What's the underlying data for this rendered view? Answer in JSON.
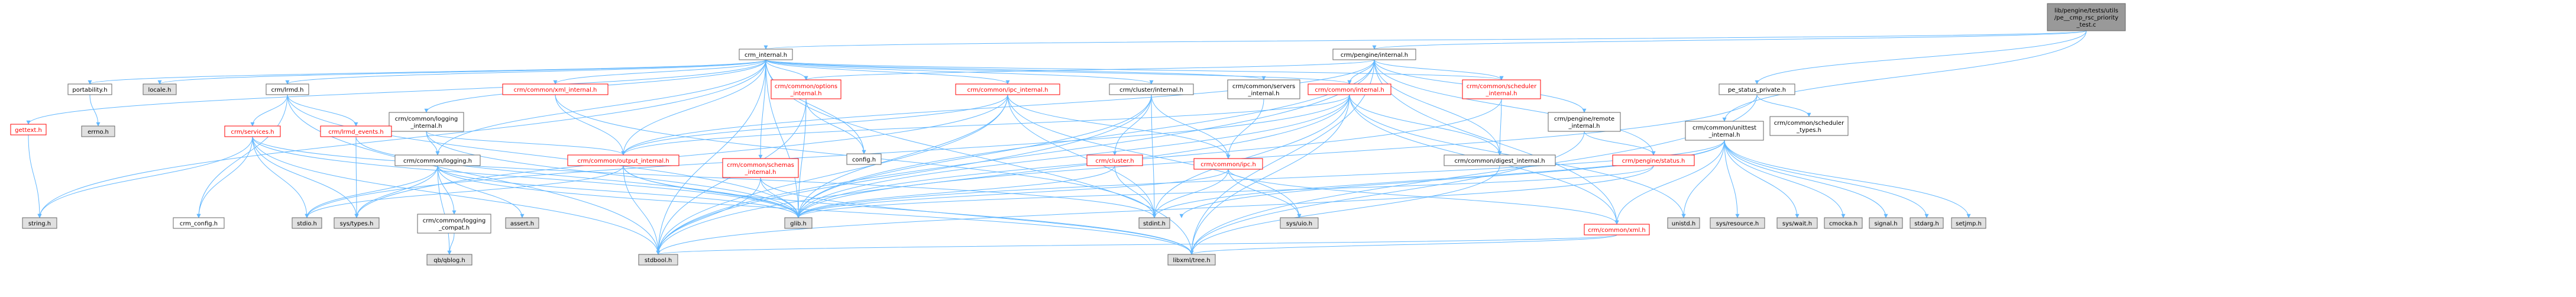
{
  "colors": {
    "edge": "#63b8ff",
    "edge_red": "#ff0000",
    "border_gray": "#666666",
    "border_red": "#ff0000",
    "fill_white": "#ffffff",
    "fill_gray": "#e0e0e0",
    "fill_root": "#999999",
    "text_black": "#000000",
    "text_red": "#ff0000"
  },
  "nodes": [
    {
      "id": "root",
      "lines": [
        "lib/pengine/tests/utils",
        "/pe__cmp_rsc_priority",
        "_test.c"
      ],
      "style": "root"
    },
    {
      "id": "crm_internal",
      "lines": [
        "crm_internal.h"
      ],
      "style": "white"
    },
    {
      "id": "pengine_internal",
      "lines": [
        "crm/pengine/internal.h"
      ],
      "style": "white"
    },
    {
      "id": "pe_status_private",
      "lines": [
        "pe_status_private.h"
      ],
      "style": "white"
    },
    {
      "id": "unittest_internal",
      "lines": [
        "crm/common/unittest",
        "_internal.h"
      ],
      "style": "white"
    },
    {
      "id": "gettext",
      "lines": [
        "gettext.h"
      ],
      "style": "red"
    },
    {
      "id": "portability",
      "lines": [
        "portability.h"
      ],
      "style": "white"
    },
    {
      "id": "locale",
      "lines": [
        "locale.h"
      ],
      "style": "gray"
    },
    {
      "id": "lrmd",
      "lines": [
        "crm/lrmd.h"
      ],
      "style": "white"
    },
    {
      "id": "logging_internal",
      "lines": [
        "crm/common/logging",
        "_internal.h"
      ],
      "style": "white"
    },
    {
      "id": "xml_internal",
      "lines": [
        "crm/common/xml_internal.h"
      ],
      "style": "red"
    },
    {
      "id": "options_internal",
      "lines": [
        "crm/common/options",
        "_internal.h"
      ],
      "style": "red"
    },
    {
      "id": "ipc_internal",
      "lines": [
        "crm/common/ipc_internal.h"
      ],
      "style": "red"
    },
    {
      "id": "cluster_internal",
      "lines": [
        "crm/cluster/internal.h"
      ],
      "style": "white"
    },
    {
      "id": "servers_internal",
      "lines": [
        "crm/common/servers",
        "_internal.h"
      ],
      "style": "white"
    },
    {
      "id": "common_internal",
      "lines": [
        "crm/common/internal.h"
      ],
      "style": "red"
    },
    {
      "id": "scheduler_internal",
      "lines": [
        "crm/common/scheduler",
        "_internal.h"
      ],
      "style": "red"
    },
    {
      "id": "remote_internal",
      "lines": [
        "crm/pengine/remote",
        "_internal.h"
      ],
      "style": "white"
    },
    {
      "id": "scheduler_types",
      "lines": [
        "crm/common/scheduler",
        "_types.h"
      ],
      "style": "white"
    },
    {
      "id": "errno",
      "lines": [
        "errno.h"
      ],
      "style": "gray"
    },
    {
      "id": "services",
      "lines": [
        "crm/services.h"
      ],
      "style": "red"
    },
    {
      "id": "lrmd_events",
      "lines": [
        "crm/lrmd_events.h"
      ],
      "style": "red"
    },
    {
      "id": "crm_logging",
      "lines": [
        "crm/common/logging.h"
      ],
      "style": "white"
    },
    {
      "id": "output_internal",
      "lines": [
        "crm/common/output_internal.h"
      ],
      "style": "red"
    },
    {
      "id": "schemas_internal",
      "lines": [
        "crm/common/schemas",
        "_internal.h"
      ],
      "style": "red"
    },
    {
      "id": "config",
      "lines": [
        "config.h"
      ],
      "style": "white"
    },
    {
      "id": "crm_cluster",
      "lines": [
        "crm/cluster.h"
      ],
      "style": "red"
    },
    {
      "id": "crm_ipc",
      "lines": [
        "crm/common/ipc.h"
      ],
      "style": "red"
    },
    {
      "id": "digest_internal",
      "lines": [
        "crm/common/digest_internal.h"
      ],
      "style": "white"
    },
    {
      "id": "pengine_status",
      "lines": [
        "crm/pengine/status.h"
      ],
      "style": "red"
    },
    {
      "id": "string",
      "lines": [
        "string.h"
      ],
      "style": "gray"
    },
    {
      "id": "crm_config",
      "lines": [
        "crm_config.h"
      ],
      "style": "white"
    },
    {
      "id": "stdio",
      "lines": [
        "stdio.h"
      ],
      "style": "gray"
    },
    {
      "id": "systypes",
      "lines": [
        "sys/types.h"
      ],
      "style": "gray"
    },
    {
      "id": "logging_compat",
      "lines": [
        "crm/common/logging",
        "_compat.h"
      ],
      "style": "white"
    },
    {
      "id": "assert",
      "lines": [
        "assert.h"
      ],
      "style": "gray"
    },
    {
      "id": "glib",
      "lines": [
        "glib.h"
      ],
      "style": "gray"
    },
    {
      "id": "stdint",
      "lines": [
        "stdint.h"
      ],
      "style": "gray"
    },
    {
      "id": "sysuio",
      "lines": [
        "sys/uio.h"
      ],
      "style": "gray"
    },
    {
      "id": "crm_xml",
      "lines": [
        "crm/common/xml.h"
      ],
      "style": "red"
    },
    {
      "id": "unistd",
      "lines": [
        "unistd.h"
      ],
      "style": "gray"
    },
    {
      "id": "sysresource",
      "lines": [
        "sys/resource.h"
      ],
      "style": "gray"
    },
    {
      "id": "syswait",
      "lines": [
        "sys/wait.h"
      ],
      "style": "gray"
    },
    {
      "id": "cmocka",
      "lines": [
        "cmocka.h"
      ],
      "style": "gray"
    },
    {
      "id": "signal",
      "lines": [
        "signal.h"
      ],
      "style": "gray"
    },
    {
      "id": "stdarg",
      "lines": [
        "stdarg.h"
      ],
      "style": "gray"
    },
    {
      "id": "setjmp",
      "lines": [
        "setjmp.h"
      ],
      "style": "gray"
    },
    {
      "id": "qbqblog",
      "lines": [
        "qb/qblog.h"
      ],
      "style": "gray"
    },
    {
      "id": "stdbool",
      "lines": [
        "stdbool.h"
      ],
      "style": "gray"
    },
    {
      "id": "libxml",
      "lines": [
        "libxml/tree.h"
      ],
      "style": "gray"
    }
  ],
  "edges": [
    [
      "root",
      "crm_internal"
    ],
    [
      "root",
      "pengine_internal"
    ],
    [
      "root",
      "pe_status_private"
    ],
    [
      "root",
      "unittest_internal"
    ],
    [
      "crm_internal",
      "config"
    ],
    [
      "crm_internal",
      "glib"
    ],
    [
      "crm_internal",
      "stdbool"
    ],
    [
      "crm_internal",
      "libxml"
    ],
    [
      "crm_internal",
      "gettext"
    ],
    [
      "crm_internal",
      "portability"
    ],
    [
      "crm_internal",
      "locale"
    ],
    [
      "crm_internal",
      "lrmd"
    ],
    [
      "crm_internal",
      "logging_internal"
    ],
    [
      "crm_internal",
      "xml_internal"
    ],
    [
      "crm_internal",
      "options_internal"
    ],
    [
      "crm_internal",
      "ipc_internal"
    ],
    [
      "crm_internal",
      "cluster_internal"
    ],
    [
      "crm_internal",
      "servers_internal"
    ],
    [
      "crm_internal",
      "common_internal"
    ],
    [
      "crm_internal",
      "scheduler_internal"
    ],
    [
      "crm_internal",
      "crm_logging"
    ],
    [
      "crm_internal",
      "output_internal"
    ],
    [
      "crm_internal",
      "schemas_internal"
    ],
    [
      "crm_internal",
      "string"
    ],
    [
      "pengine_internal",
      "common_internal"
    ],
    [
      "pengine_internal",
      "scheduler_internal"
    ],
    [
      "pengine_internal",
      "remote_internal"
    ],
    [
      "pengine_internal",
      "glib"
    ],
    [
      "pengine_internal",
      "stdbool"
    ],
    [
      "pengine_internal",
      "libxml"
    ],
    [
      "pengine_internal",
      "output_internal"
    ],
    [
      "pengine_internal",
      "options_internal"
    ],
    [
      "pengine_internal",
      "pengine_status"
    ],
    [
      "pengine_internal",
      "crm_xml"
    ],
    [
      "pengine_internal",
      "digest_internal"
    ],
    [
      "pe_status_private",
      "glib"
    ],
    [
      "pe_status_private",
      "scheduler_types"
    ],
    [
      "pe_status_private",
      "libxml"
    ],
    [
      "unittest_internal",
      "signal"
    ],
    [
      "unittest_internal",
      "stdarg"
    ],
    [
      "unittest_internal",
      "stddef"
    ],
    [
      "unittest_internal",
      "setjmp"
    ],
    [
      "unittest_internal",
      "sysresource"
    ],
    [
      "unittest_internal",
      "syswait"
    ],
    [
      "unittest_internal",
      "unistd"
    ],
    [
      "unittest_internal",
      "cmocka"
    ],
    [
      "unittest_internal",
      "crm_xml"
    ],
    [
      "unittest_internal",
      "glib"
    ],
    [
      "unittest_internal",
      "stdint"
    ],
    [
      "gettext",
      "string"
    ],
    [
      "portability",
      "errno"
    ],
    [
      "lrmd",
      "stdbool"
    ],
    [
      "lrmd",
      "crm_config"
    ],
    [
      "lrmd",
      "services"
    ],
    [
      "lrmd",
      "lrmd_events"
    ],
    [
      "lrmd",
      "glib"
    ],
    [
      "services",
      "glib"
    ],
    [
      "services",
      "stdio"
    ],
    [
      "services",
      "stdint"
    ],
    [
      "services",
      "string"
    ],
    [
      "services",
      "stdbool"
    ],
    [
      "services",
      "systypes"
    ],
    [
      "services",
      "crm_config"
    ],
    [
      "lrmd_events",
      "systypes"
    ],
    [
      "lrmd_events",
      "glib"
    ],
    [
      "logging_internal",
      "glib"
    ],
    [
      "logging_internal",
      "crm_logging"
    ],
    [
      "logging_internal",
      "output_internal"
    ],
    [
      "crm_logging",
      "stdio"
    ],
    [
      "crm_logging",
      "systypes"
    ],
    [
      "crm_logging",
      "glib"
    ],
    [
      "crm_logging",
      "qbqblog"
    ],
    [
      "crm_logging",
      "libxml"
    ],
    [
      "crm_logging",
      "logging_compat"
    ],
    [
      "crm_logging",
      "assert"
    ],
    [
      "logging_compat",
      "qbqblog"
    ],
    [
      "xml_internal",
      "output_internal"
    ],
    [
      "xml_internal",
      "stdint"
    ],
    [
      "output_internal",
      "stdbool"
    ],
    [
      "output_internal",
      "stdio"
    ],
    [
      "output_internal",
      "libxml"
    ],
    [
      "output_internal",
      "glib"
    ],
    [
      "options_internal",
      "glib"
    ],
    [
      "options_internal",
      "stdbool"
    ],
    [
      "options_internal",
      "config"
    ],
    [
      "ipc_internal",
      "stdbool"
    ],
    [
      "ipc_internal",
      "stdint"
    ],
    [
      "ipc_internal",
      "sysuio"
    ],
    [
      "ipc_internal",
      "systypes"
    ],
    [
      "ipc_internal",
      "crm_ipc"
    ],
    [
      "ipc_internal",
      "glib"
    ],
    [
      "ipc_internal",
      "output_internal"
    ],
    [
      "cluster_internal",
      "glib"
    ],
    [
      "cluster_internal",
      "stdbool"
    ],
    [
      "cluster_internal",
      "stdint"
    ],
    [
      "cluster_internal",
      "crm_cluster"
    ],
    [
      "cluster_internal",
      "crm_ipc"
    ],
    [
      "crm_cluster",
      "glib"
    ],
    [
      "crm_cluster",
      "stdint"
    ],
    [
      "crm_ipc",
      "sysuio"
    ],
    [
      "crm_ipc",
      "glib"
    ],
    [
      "crm_ipc",
      "crm_xml"
    ],
    [
      "crm_ipc",
      "stdint"
    ],
    [
      "servers_internal",
      "crm_ipc"
    ],
    [
      "common_internal",
      "unistd"
    ],
    [
      "common_internal",
      "glib"
    ],
    [
      "common_internal",
      "libxml"
    ],
    [
      "common_internal",
      "stdbool"
    ],
    [
      "common_internal",
      "stdint"
    ],
    [
      "common_internal",
      "digest_internal"
    ],
    [
      "common_internal",
      "crm_xml"
    ],
    [
      "common_internal",
      "output_internal"
    ],
    [
      "common_internal",
      "stdio"
    ],
    [
      "scheduler_internal",
      "digest_internal"
    ],
    [
      "scheduler_internal",
      "glib"
    ],
    [
      "remote_internal",
      "pengine_status"
    ],
    [
      "remote_internal",
      "libxml"
    ],
    [
      "digest_internal",
      "libxml"
    ],
    [
      "pengine_status",
      "glib"
    ],
    [
      "pengine_status",
      "stdbool"
    ],
    [
      "schemas_internal",
      "glib"
    ],
    [
      "schemas_internal",
      "stdbool"
    ],
    [
      "schemas_internal",
      "libxml"
    ],
    [
      "crm_xml",
      "stdbool"
    ],
    [
      "crm_xml",
      "libxml"
    ]
  ]
}
